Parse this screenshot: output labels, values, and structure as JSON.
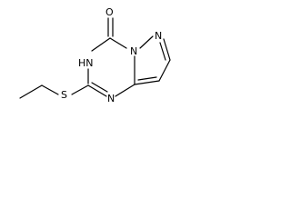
{
  "molecule": {
    "atoms": {
      "o": "O",
      "nh": "HN",
      "s": "S",
      "n_ring_bottom": "N",
      "n_bridge": "N",
      "n_pyrazole": "N"
    }
  }
}
